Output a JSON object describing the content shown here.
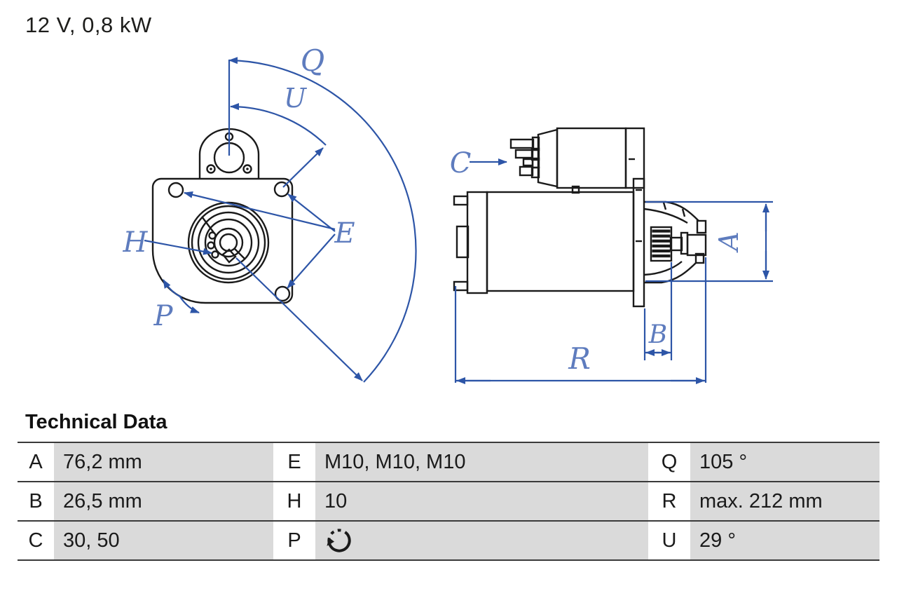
{
  "title": "12 V, 0,8 kW",
  "drawing": {
    "labels": {
      "q": "Q",
      "u": "U",
      "e": "E",
      "h": "H",
      "p": "P",
      "c": "C",
      "a": "A",
      "b": "B",
      "r": "R"
    }
  },
  "table": {
    "heading": "Technical Data",
    "rows": [
      [
        {
          "key": "A",
          "value": "76,2 mm"
        },
        {
          "key": "E",
          "value": "M10, M10, M10"
        },
        {
          "key": "Q",
          "value": "105 °"
        }
      ],
      [
        {
          "key": "B",
          "value": "26,5 mm"
        },
        {
          "key": "H",
          "value": "10"
        },
        {
          "key": "R",
          "value": "max. 212 mm"
        }
      ],
      [
        {
          "key": "C",
          "value": "30, 50"
        },
        {
          "key": "P",
          "value": "",
          "icon": "rotation-direction-icon"
        },
        {
          "key": "U",
          "value": "29 °"
        }
      ]
    ]
  },
  "colors": {
    "dimension_line_blue": "#2d55a7",
    "dimension_label_blue": "#5e7cbe",
    "outline_black": "#1a1a1a",
    "table_value_gray": "#dadada"
  }
}
